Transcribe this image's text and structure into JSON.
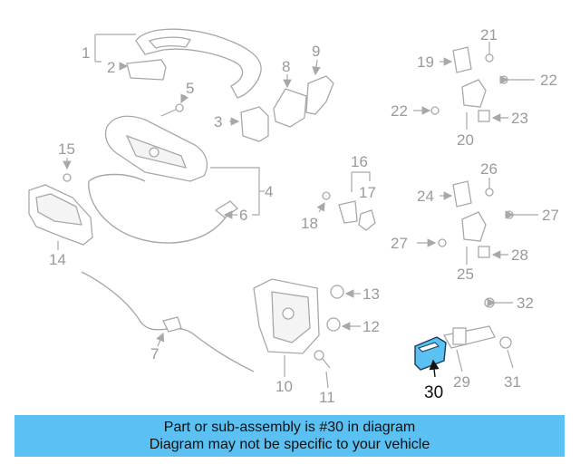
{
  "diagram": {
    "callouts": [
      "1",
      "2",
      "3",
      "4",
      "5",
      "6",
      "7",
      "8",
      "9",
      "10",
      "11",
      "12",
      "13",
      "14",
      "15",
      "16",
      "17",
      "18",
      "19",
      "20",
      "21",
      "22",
      "22",
      "23",
      "24",
      "25",
      "26",
      "27",
      "27",
      "28",
      "29",
      "30",
      "31",
      "32"
    ],
    "highlight": {
      "label": "30",
      "color": "#5bc0f2"
    }
  },
  "banner": {
    "line1": "Part or sub-assembly is #30 in diagram",
    "line2": "Diagram may not be specific to your vehicle",
    "color": "#5bc0f2"
  }
}
